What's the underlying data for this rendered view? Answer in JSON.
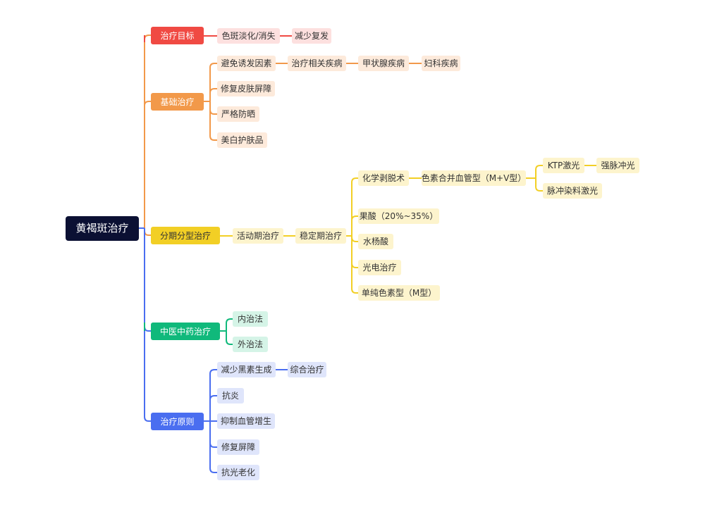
{
  "root": "黄褐斑治疗",
  "colors": {
    "red": "#f04a43",
    "orange": "#f2994a",
    "yellow": "#f2cf25",
    "green": "#10b97b",
    "blue": "#4a6ef0",
    "root": "#0b1033"
  },
  "branches": {
    "goal": {
      "label": "治疗目标",
      "items": [
        "色斑淡化/消失",
        "减少复发"
      ]
    },
    "basic": {
      "label": "基础治疗",
      "avoid": "避免诱发因素",
      "avoid_chain": [
        "治疗相关疾病",
        "甲状腺疾病",
        "妇科疾病"
      ],
      "items": [
        "修复皮肤屏障",
        "严格防晒",
        "美白护肤品"
      ]
    },
    "stage": {
      "label": "分期分型治疗",
      "active": "活动期治疗",
      "stable": "稳定期治疗",
      "chem": "化学剥脱术",
      "mixed": "色素合并血管型（M+V型）",
      "ktp": "KTP激光",
      "ipl": "强脉冲光",
      "pdl": "脉冲染料激光",
      "items": [
        "果酸（20%~35%）",
        "水杨酸",
        "光电治疗",
        "单纯色素型（M型）"
      ]
    },
    "tcm": {
      "label": "中医中药治疗",
      "items": [
        "内治法",
        "外治法"
      ]
    },
    "principle": {
      "label": "治疗原则",
      "reduce": "减少黑素生成",
      "reduce_sub": "综合治疗",
      "items": [
        "抗炎",
        "抑制血管增生",
        "修复屏障",
        "抗光老化"
      ]
    }
  }
}
